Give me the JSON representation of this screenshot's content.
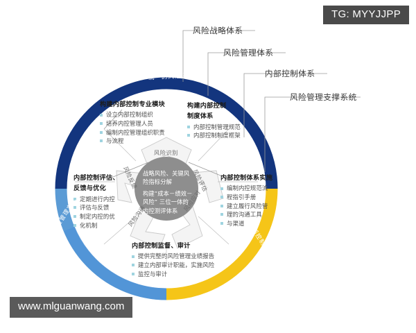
{
  "badge": {
    "text": "TG: MYYJJPP"
  },
  "watermark": {
    "text": "www.mlguanwang.com"
  },
  "callouts": [
    {
      "label": "风险战略体系"
    },
    {
      "label": "风险管理体系"
    },
    {
      "label": "内部控制体系"
    },
    {
      "label": "风险管理支撑系统"
    }
  ],
  "ring_labels": {
    "top": "统一的风险语言",
    "bottom_left": "内部风险管理文化",
    "bottom_right": "内部控制制度保障"
  },
  "petals": [
    {
      "label": "风险识别"
    },
    {
      "label": "风险评估"
    },
    {
      "label": "风险应对"
    },
    {
      "label": "风险沟通"
    },
    {
      "label": "风险反馈"
    }
  ],
  "hub": {
    "line1": "战略风险、关键风",
    "line2": "险指标分解",
    "line3": "构建”成本－绩效－",
    "line4": "风险” 三位一体的",
    "line5": "内控测评体系"
  },
  "blocks": [
    {
      "key": "pro_module",
      "title": "构建内部控制专业模块",
      "items": [
        "设立内部控制组织",
        "培养内控管理人员",
        "编制内控管理组织职责",
        "与流程"
      ]
    },
    {
      "key": "system",
      "title_line1": "构建内部控制",
      "title_line2": "制度体系",
      "items": [
        "内部控制管理规范",
        "内部控制制度框架"
      ]
    },
    {
      "key": "evaluate",
      "title_line1": "内部控制评估、",
      "title_line2": "反馈与优化",
      "items": [
        "定期进行内控",
        "评估与反馈",
        "制定内控的优",
        "化机制"
      ]
    },
    {
      "key": "implement",
      "title": "内部控制体系实施",
      "items": [
        "编制内控规范流",
        "程指引手册",
        "建立履行风险管",
        "理的沟通工具",
        "与渠道"
      ]
    },
    {
      "key": "audit",
      "title": "内部控制监督、审计",
      "items": [
        "提供完整的风险管理业绩报告",
        "建立内部审计职能，实施风险",
        "监控与审计"
      ]
    }
  ],
  "colors": {
    "dark_blue": "#13357e",
    "light_blue": "#5b9bd5",
    "yellow": "#f5c518",
    "hub_gray": "#8e8e8e",
    "petal_gray": "#f2f2f2",
    "badge_bg": "#4a4a4a",
    "watermark_bg": "#5a5a5a",
    "bullet": "#9fd4e0"
  }
}
